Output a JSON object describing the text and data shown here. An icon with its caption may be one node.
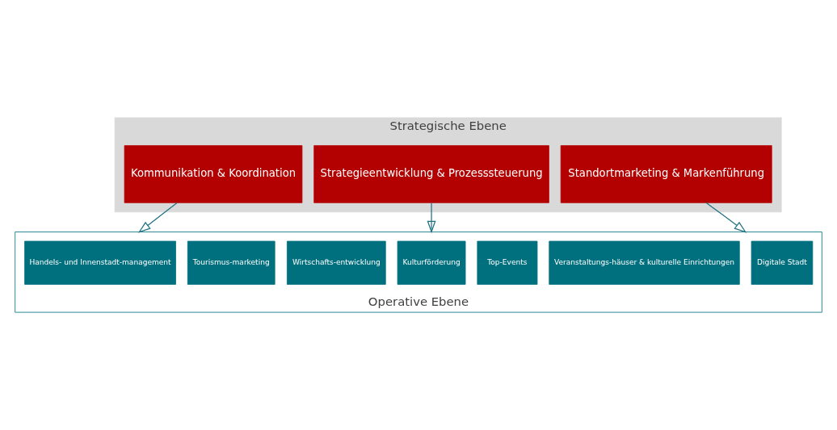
{
  "diagram": {
    "nodes": [
      {
        "text": [
          "Strategische Ebene"
        ]
      },
      {
        "text": [
          "Kommunikation & Koordination"
        ],
        "in": 0
      },
      {
        "text": [
          "Strategieentwicklung & Prozesssteuerung"
        ],
        "in": 0
      },
      {
        "text": [
          "Standortmarketing & Markenführung"
        ],
        "in": 0
      },
      {
        "text": [
          "Operative Ebene"
        ]
      },
      {
        "text": [
          "Handels- und Innenstadt-management"
        ],
        "in": 4
      },
      {
        "text": [
          "Tourismus-marketing"
        ],
        "in": 4
      },
      {
        "text": [
          "Wirtschafts-entwicklung"
        ],
        "in": 4
      },
      {
        "text": [
          "Kulturförderung"
        ],
        "in": 4
      },
      {
        "text": [
          "Top-Events"
        ],
        "in": 4
      },
      {
        "text": [
          "Veranstaltungs-häuser & kulturelle Einrichtungen"
        ],
        "in": 4
      },
      {
        "text": [
          "Digitale Stadt"
        ],
        "in": 4
      }
    ],
    "edges": [
      {
        "from": 1,
        "to": 4,
        "arrow": "to"
      },
      {
        "from": 2,
        "to": 4,
        "arrow": "to"
      },
      {
        "from": 3,
        "to": 4,
        "arrow": "to"
      }
    ]
  }
}
